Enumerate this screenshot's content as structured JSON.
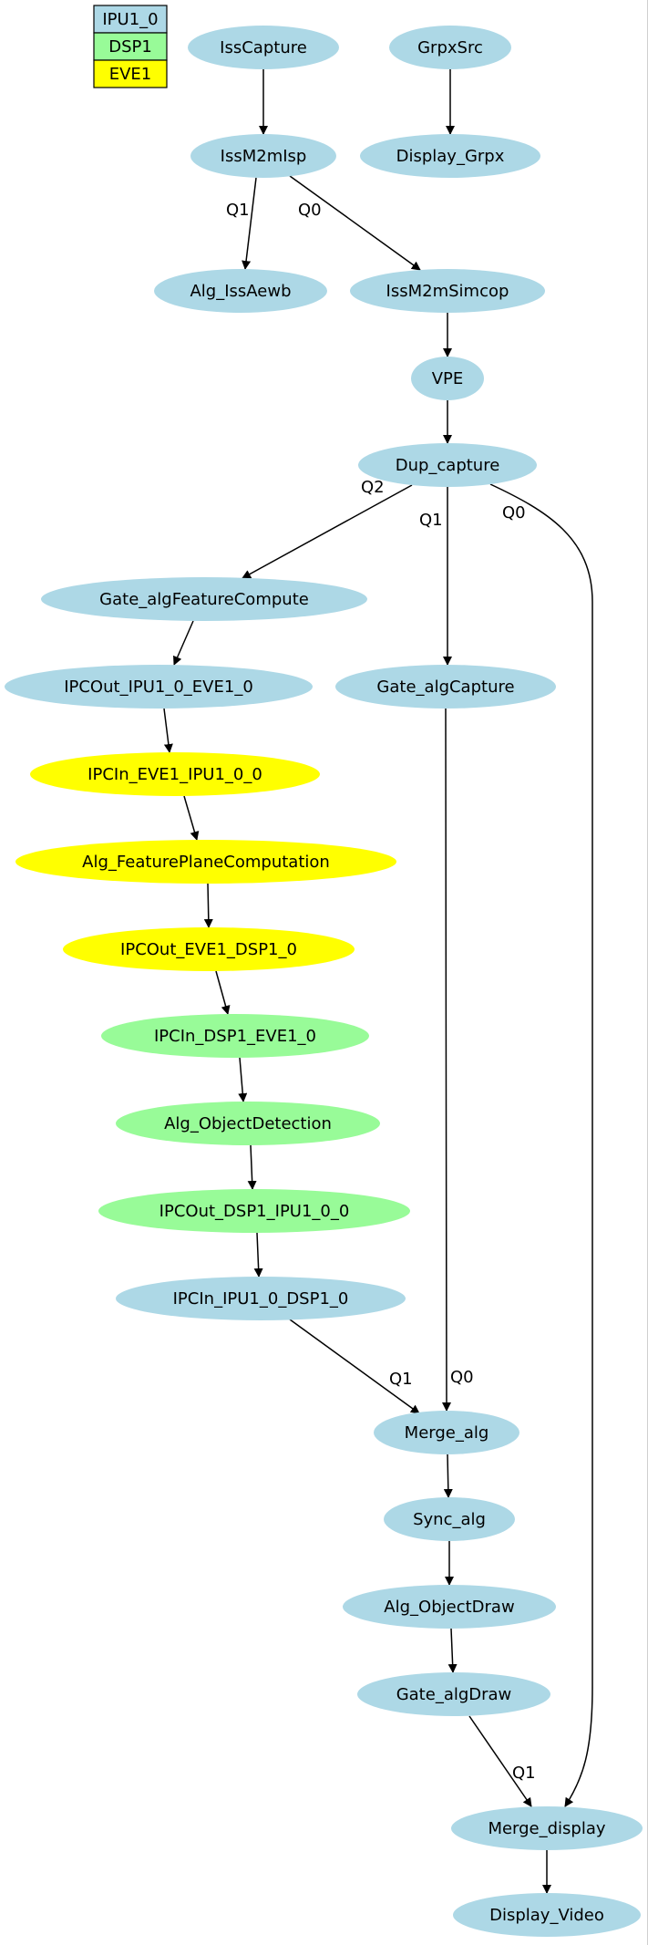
{
  "legend": [
    {
      "id": "IPU1_0",
      "label": "IPU1_0",
      "color": "#add8e6"
    },
    {
      "id": "DSP1",
      "label": "DSP1",
      "color": "#98fb98"
    },
    {
      "id": "EVE1",
      "label": "EVE1",
      "color": "#ffff00"
    }
  ],
  "nodes": [
    {
      "id": "IssCapture",
      "label": "IssCapture",
      "core": "IPU1_0"
    },
    {
      "id": "GrpxSrc",
      "label": "GrpxSrc",
      "core": "IPU1_0"
    },
    {
      "id": "IssM2mIsp",
      "label": "IssM2mIsp",
      "core": "IPU1_0"
    },
    {
      "id": "Display_Grpx",
      "label": "Display_Grpx",
      "core": "IPU1_0"
    },
    {
      "id": "Alg_IssAewb",
      "label": "Alg_IssAewb",
      "core": "IPU1_0"
    },
    {
      "id": "IssM2mSimcop",
      "label": "IssM2mSimcop",
      "core": "IPU1_0"
    },
    {
      "id": "VPE",
      "label": "VPE",
      "core": "IPU1_0"
    },
    {
      "id": "Dup_capture",
      "label": "Dup_capture",
      "core": "IPU1_0"
    },
    {
      "id": "Gate_algFeatureCompute",
      "label": "Gate_algFeatureCompute",
      "core": "IPU1_0"
    },
    {
      "id": "IPCOut_IPU1_0_EVE1_0",
      "label": "IPCOut_IPU1_0_EVE1_0",
      "core": "IPU1_0"
    },
    {
      "id": "Gate_algCapture",
      "label": "Gate_algCapture",
      "core": "IPU1_0"
    },
    {
      "id": "IPCIn_EVE1_IPU1_0_0",
      "label": "IPCIn_EVE1_IPU1_0_0",
      "core": "EVE1"
    },
    {
      "id": "Alg_FeaturePlaneComputation",
      "label": "Alg_FeaturePlaneComputation",
      "core": "EVE1"
    },
    {
      "id": "IPCOut_EVE1_DSP1_0",
      "label": "IPCOut_EVE1_DSP1_0",
      "core": "EVE1"
    },
    {
      "id": "IPCIn_DSP1_EVE1_0",
      "label": "IPCIn_DSP1_EVE1_0",
      "core": "DSP1"
    },
    {
      "id": "Alg_ObjectDetection",
      "label": "Alg_ObjectDetection",
      "core": "DSP1"
    },
    {
      "id": "IPCOut_DSP1_IPU1_0_0",
      "label": "IPCOut_DSP1_IPU1_0_0",
      "core": "DSP1"
    },
    {
      "id": "IPCIn_IPU1_0_DSP1_0",
      "label": "IPCIn_IPU1_0_DSP1_0",
      "core": "IPU1_0"
    },
    {
      "id": "Merge_alg",
      "label": "Merge_alg",
      "core": "IPU1_0"
    },
    {
      "id": "Sync_alg",
      "label": "Sync_alg",
      "core": "IPU1_0"
    },
    {
      "id": "Alg_ObjectDraw",
      "label": "Alg_ObjectDraw",
      "core": "IPU1_0"
    },
    {
      "id": "Gate_algDraw",
      "label": "Gate_algDraw",
      "core": "IPU1_0"
    },
    {
      "id": "Merge_display",
      "label": "Merge_display",
      "core": "IPU1_0"
    },
    {
      "id": "Display_Video",
      "label": "Display_Video",
      "core": "IPU1_0"
    }
  ],
  "edges": [
    {
      "from": "IssCapture",
      "to": "IssM2mIsp",
      "label": ""
    },
    {
      "from": "GrpxSrc",
      "to": "Display_Grpx",
      "label": ""
    },
    {
      "from": "IssM2mIsp",
      "to": "Alg_IssAewb",
      "label": "Q1"
    },
    {
      "from": "IssM2mIsp",
      "to": "IssM2mSimcop",
      "label": "Q0"
    },
    {
      "from": "IssM2mSimcop",
      "to": "VPE",
      "label": ""
    },
    {
      "from": "VPE",
      "to": "Dup_capture",
      "label": ""
    },
    {
      "from": "Dup_capture",
      "to": "Gate_algFeatureCompute",
      "label": "Q2"
    },
    {
      "from": "Dup_capture",
      "to": "Gate_algCapture",
      "label": "Q1"
    },
    {
      "from": "Dup_capture",
      "to": "Merge_display",
      "label": "Q0"
    },
    {
      "from": "Gate_algFeatureCompute",
      "to": "IPCOut_IPU1_0_EVE1_0",
      "label": ""
    },
    {
      "from": "IPCOut_IPU1_0_EVE1_0",
      "to": "IPCIn_EVE1_IPU1_0_0",
      "label": ""
    },
    {
      "from": "IPCIn_EVE1_IPU1_0_0",
      "to": "Alg_FeaturePlaneComputation",
      "label": ""
    },
    {
      "from": "Alg_FeaturePlaneComputation",
      "to": "IPCOut_EVE1_DSP1_0",
      "label": ""
    },
    {
      "from": "IPCOut_EVE1_DSP1_0",
      "to": "IPCIn_DSP1_EVE1_0",
      "label": ""
    },
    {
      "from": "IPCIn_DSP1_EVE1_0",
      "to": "Alg_ObjectDetection",
      "label": ""
    },
    {
      "from": "Alg_ObjectDetection",
      "to": "IPCOut_DSP1_IPU1_0_0",
      "label": ""
    },
    {
      "from": "IPCOut_DSP1_IPU1_0_0",
      "to": "IPCIn_IPU1_0_DSP1_0",
      "label": ""
    },
    {
      "from": "IPCIn_IPU1_0_DSP1_0",
      "to": "Merge_alg",
      "label": "Q1"
    },
    {
      "from": "Gate_algCapture",
      "to": "Merge_alg",
      "label": "Q0"
    },
    {
      "from": "Merge_alg",
      "to": "Sync_alg",
      "label": ""
    },
    {
      "from": "Sync_alg",
      "to": "Alg_ObjectDraw",
      "label": ""
    },
    {
      "from": "Alg_ObjectDraw",
      "to": "Gate_algDraw",
      "label": ""
    },
    {
      "from": "Gate_algDraw",
      "to": "Merge_display",
      "label": "Q1"
    },
    {
      "from": "Merge_display",
      "to": "Display_Video",
      "label": ""
    }
  ]
}
